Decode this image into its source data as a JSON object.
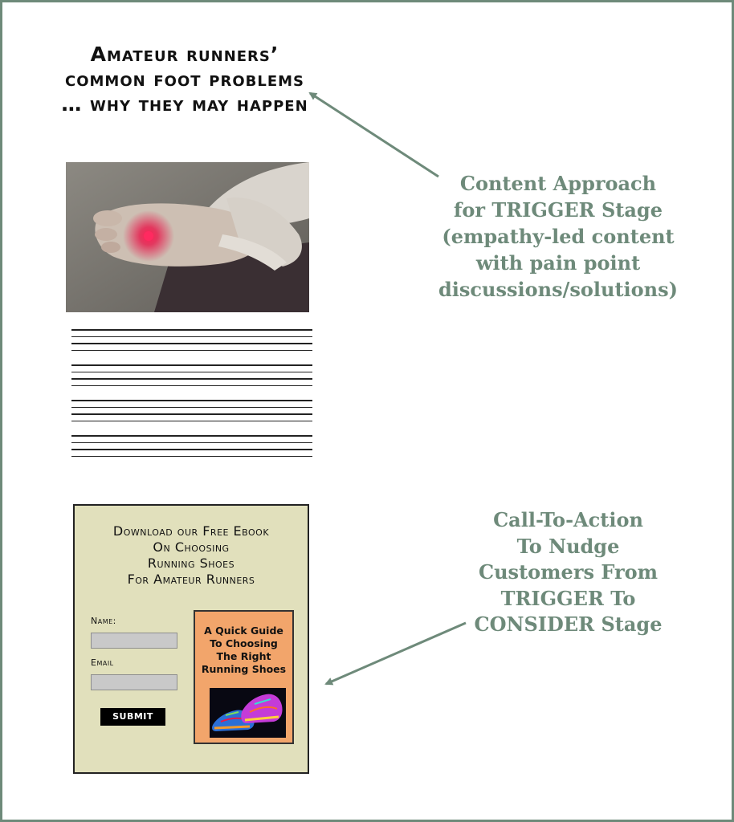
{
  "article": {
    "headline": "Amateur runners’ common foot problems … why they may happen",
    "photo_icon": "foot-pain-photo"
  },
  "cta": {
    "title_lines": [
      "Download our Free Ebook",
      "On Choosing",
      "Running Shoes",
      "For Amateur Runners"
    ],
    "name_label": "Name:",
    "email_label": "Email",
    "submit_label": "SUBMIT",
    "ebook_title_lines": [
      "A Quick Guide",
      "To Choosing",
      "The Right",
      "Running Shoes"
    ],
    "ebook_image_icon": "running-shoes-illustration"
  },
  "annotations": {
    "top_lines": [
      "Content Approach",
      "for TRIGGER Stage",
      "(empathy-led content",
      "with pain point",
      "discussions/solutions)"
    ],
    "bottom_lines": [
      "Call-To-Action",
      "To Nudge",
      "Customers From",
      "TRIGGER To",
      "CONSIDER Stage"
    ]
  },
  "colors": {
    "annotation": "#6e8a7a",
    "cta_background": "#e1e0bc",
    "ebook_background": "#f2a56b",
    "pain_highlight": "#e8174a"
  }
}
